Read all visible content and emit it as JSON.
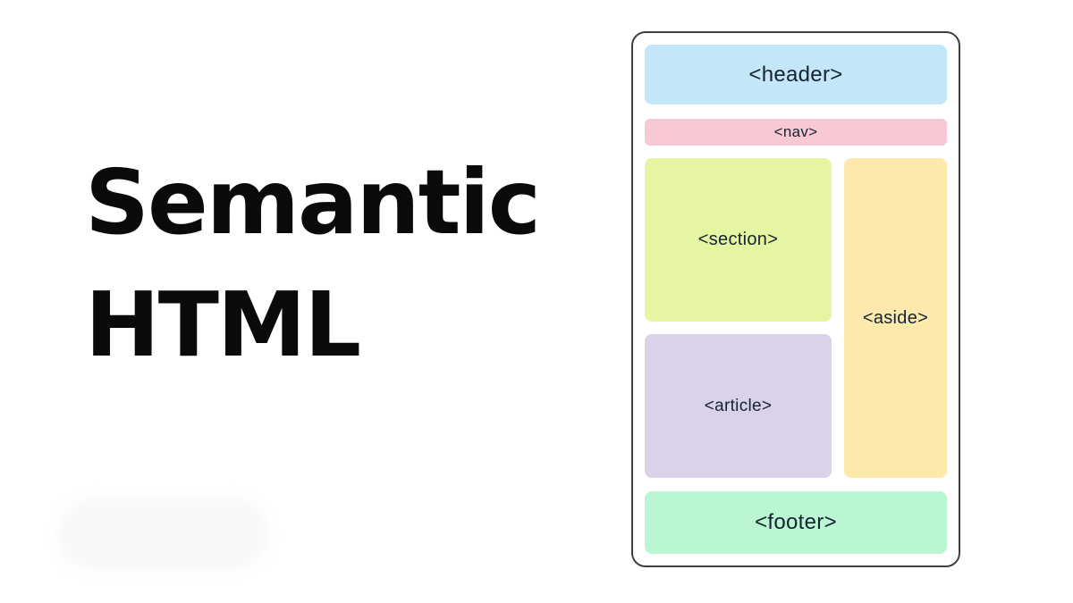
{
  "page": {
    "background": "#ffffff"
  },
  "title": {
    "line1": "Semantic",
    "line2": "HTML",
    "color": "#0a0a0a"
  },
  "diagram": {
    "card_border_color": "#3f3f3f",
    "card_background": "#ffffff",
    "label_color": "#152430",
    "blocks": [
      {
        "id": "header",
        "label": "<header>",
        "color": "#c4e6f9"
      },
      {
        "id": "nav",
        "label": "<nav>",
        "color": "#f8c9d4"
      },
      {
        "id": "section",
        "label": "<section>",
        "color": "#e6f5a2"
      },
      {
        "id": "aside",
        "label": "<aside>",
        "color": "#fce9ab"
      },
      {
        "id": "article",
        "label": "<article>",
        "color": "#dad2e9"
      },
      {
        "id": "footer",
        "label": "<footer>",
        "color": "#b9f6d1"
      }
    ]
  }
}
